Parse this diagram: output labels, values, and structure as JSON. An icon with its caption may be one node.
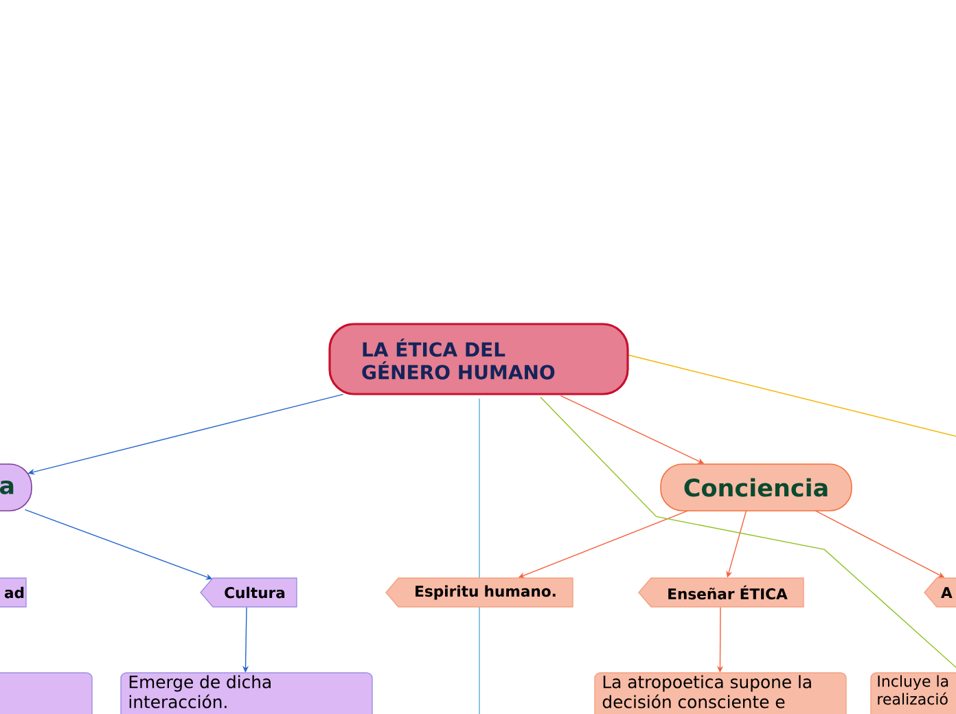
{
  "diagram": {
    "nodes": [
      {
        "text": [
          "LA ÉTICA DEL GÉNERO HUMANO"
        ]
      },
      {
        "text": [
          "a"
        ]
      },
      {
        "text": [
          "Conciencia"
        ]
      },
      {
        "text": [
          "ad"
        ]
      },
      {
        "text": [
          "Cultura"
        ]
      },
      {
        "text": [
          "Espiritu humano."
        ]
      },
      {
        "text": [
          "Enseñar ÉTICA"
        ]
      },
      {
        "text": [
          "A"
        ]
      },
      {
        "text": [],
        "shape": "box"
      },
      {
        "text": [
          "Emerge de dicha interacción."
        ]
      },
      {
        "text": [
          "La atropoetica supone la decisión consciente e"
        ]
      },
      {
        "text": [
          "Incluye la realizació"
        ]
      }
    ],
    "edges": [
      {
        "from": 0,
        "to": 1,
        "arrow": "to",
        "color": "#2266cc"
      },
      {
        "from": 1,
        "to": 4,
        "arrow": "to",
        "color": "#2266cc"
      },
      {
        "from": 4,
        "to": 9,
        "arrow": "to",
        "color": "#2266cc"
      },
      {
        "from": 0,
        "to": 2,
        "arrow": "to"
      },
      {
        "from": 2,
        "to": 5,
        "arrow": "to"
      },
      {
        "from": 2,
        "to": 6,
        "arrow": "to"
      },
      {
        "from": 2,
        "to": 7,
        "arrow": "to"
      },
      {
        "from": 6,
        "to": 10,
        "arrow": "to"
      },
      {
        "from": 0,
        "to": null,
        "arrow": "none",
        "color": "#f5b400"
      },
      {
        "from": 0,
        "to": 11,
        "arrow": "none",
        "color": "#8dc21f"
      },
      {
        "from": 0,
        "to": null,
        "arrow": "none",
        "color": "#5aaad8"
      }
    ]
  }
}
